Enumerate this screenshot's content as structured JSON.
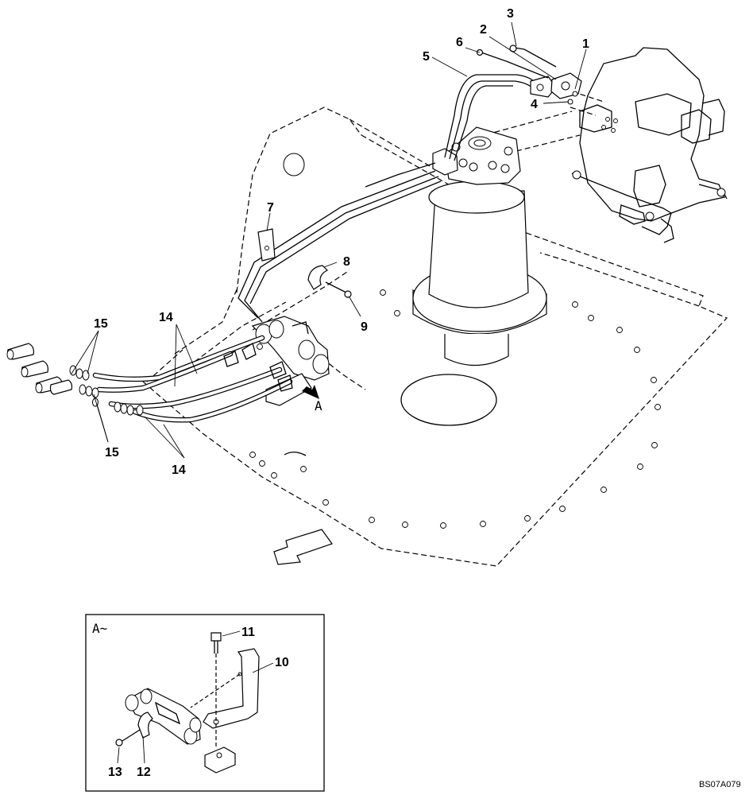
{
  "callouts": {
    "c1": "1",
    "c2": "2",
    "c3": "3",
    "c4": "4",
    "c5": "5",
    "c6": "6",
    "c7": "7",
    "c8": "8",
    "c9": "9",
    "c14a": "14",
    "c14b": "14",
    "c15a": "15",
    "c15b": "15",
    "c10": "10",
    "c11": "11",
    "c12": "12",
    "c13": "13"
  },
  "view": {
    "arrow_label": "A",
    "detail_title": "A~"
  },
  "drawing_code": "BS07A079",
  "icons": {
    "forward": "hollow-direction-arrow-icon",
    "view": "view-arrow-icon"
  },
  "colors": {
    "line": "#000000",
    "background": "#ffffff"
  }
}
